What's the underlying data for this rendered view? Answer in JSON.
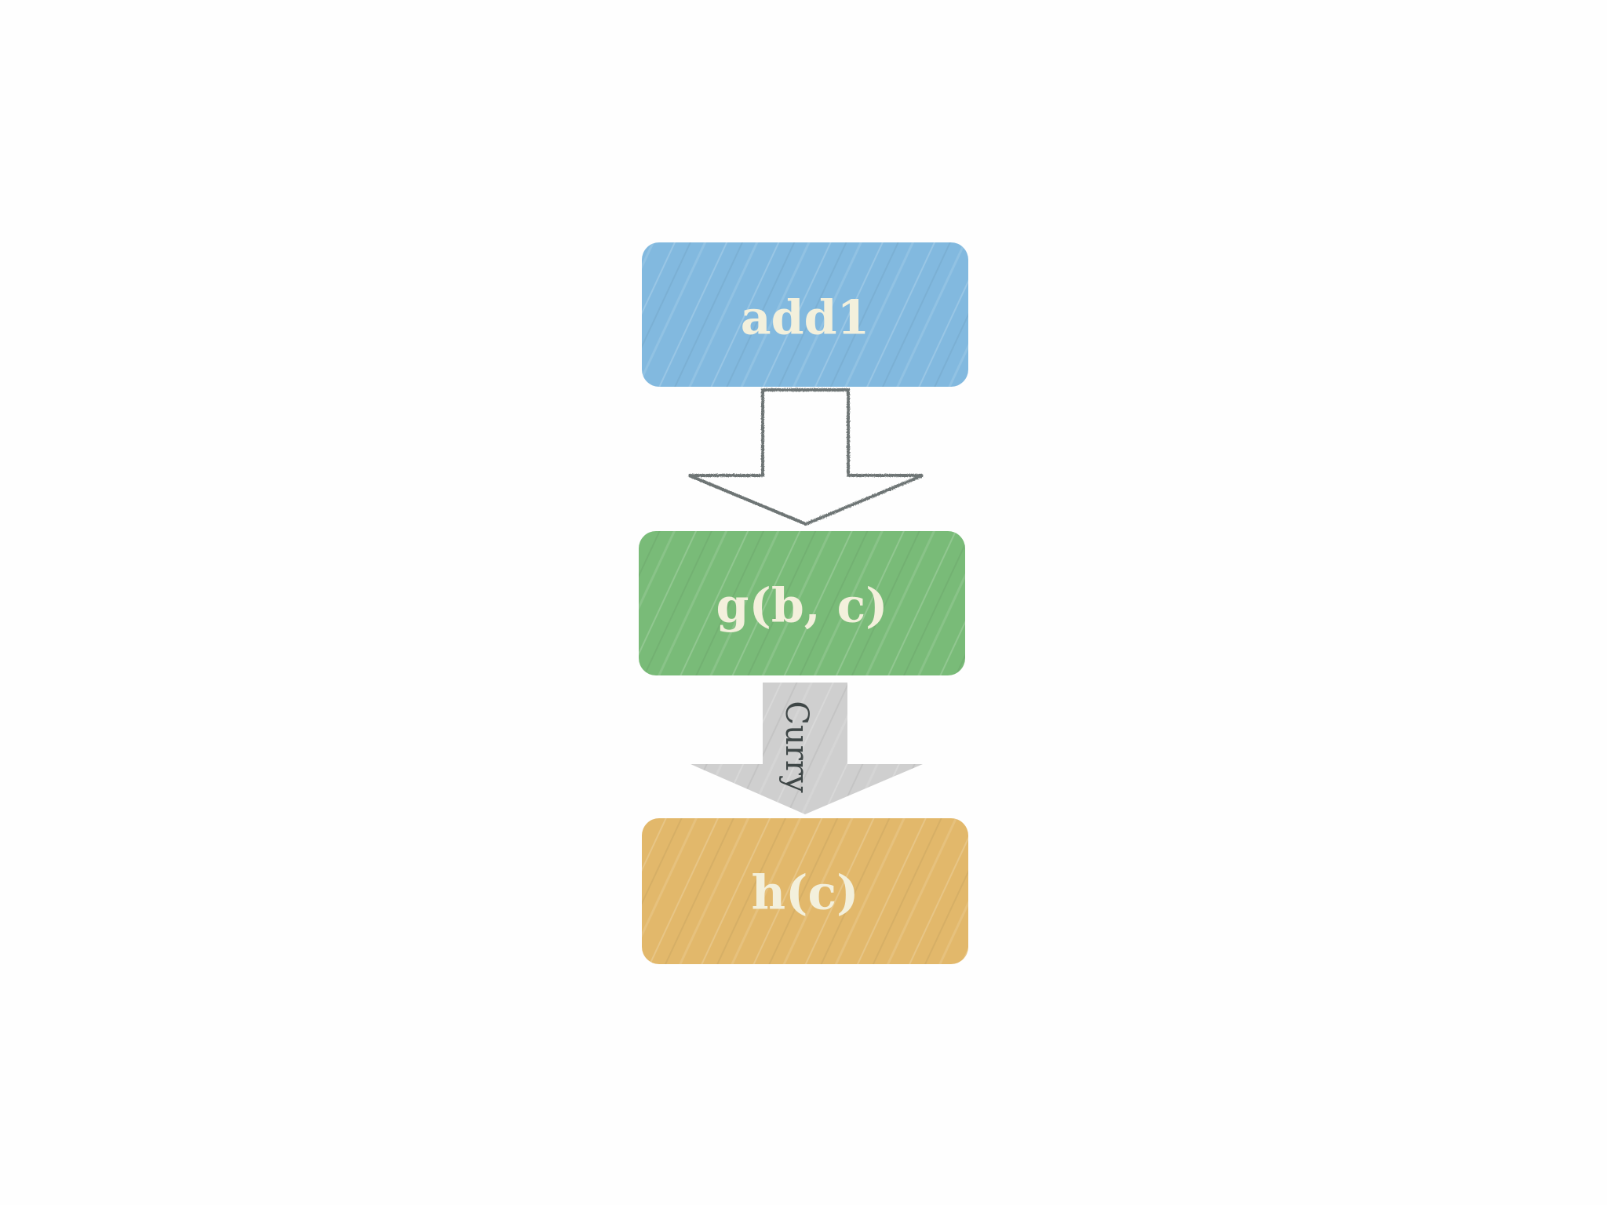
{
  "nodes": [
    {
      "id": "add1",
      "label": "add1",
      "color": "#82b9df"
    },
    {
      "id": "g",
      "label": "g(b, c)",
      "color": "#79bb78"
    },
    {
      "id": "h",
      "label": "h(c)",
      "color": "#e2b86b"
    }
  ],
  "arrows": [
    {
      "from": "add1",
      "to": "g",
      "label": "",
      "style": "outline-sketch",
      "stroke": "#6e7574"
    },
    {
      "from": "g",
      "to": "h",
      "label": "Curry",
      "style": "filled",
      "fill": "#cfcfcf"
    }
  ],
  "colors": {
    "background": "#fefefe",
    "node_text": "#f3f0dc",
    "curry_text": "#3e4646"
  }
}
